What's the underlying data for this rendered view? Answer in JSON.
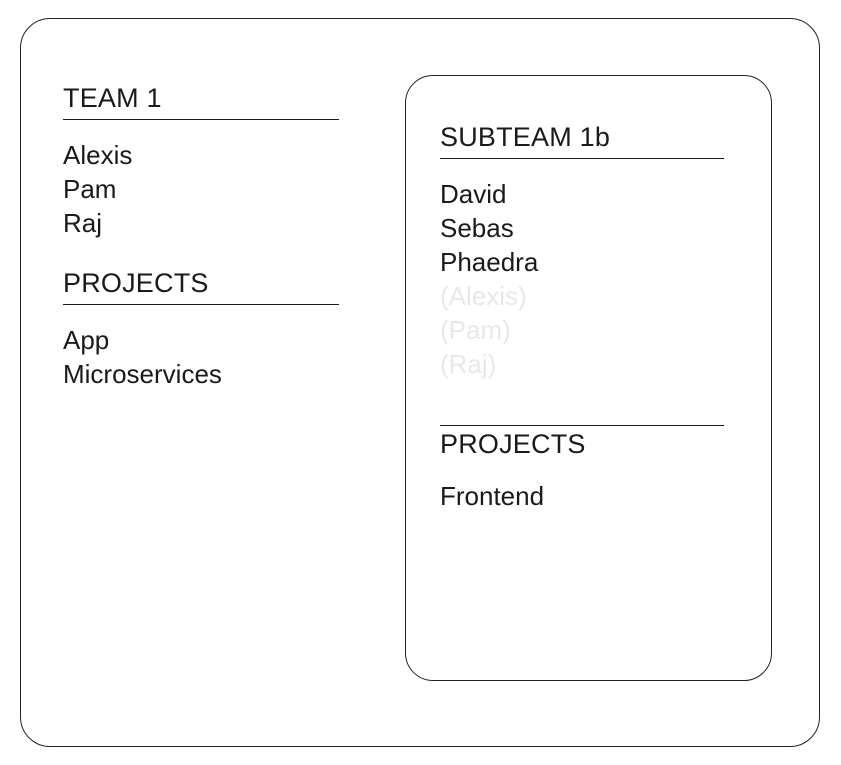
{
  "diagram": {
    "type": "nested-team-org-boxes",
    "outer_box": {
      "name": "TEAM 1",
      "members_heading": "TEAM 1",
      "members": [
        "Alexis",
        "Pam",
        "Raj"
      ],
      "projects_heading": "PROJECTS",
      "projects": [
        "App",
        "Microservices"
      ]
    },
    "inner_box": {
      "name": "SUBTEAM 1b",
      "members_heading": "SUBTEAM 1b",
      "members": [
        "David",
        "Sebas",
        "Phaedra"
      ],
      "inherited_members": [
        "(Alexis)",
        "(Pam)",
        "(Raj)"
      ],
      "projects_heading": "PROJECTS",
      "projects": [
        "Frontend"
      ]
    }
  },
  "colors": {
    "stroke": "#222222",
    "text": "#1a1a1a",
    "inherited_text": "#e8e8e8",
    "background": "#ffffff"
  }
}
